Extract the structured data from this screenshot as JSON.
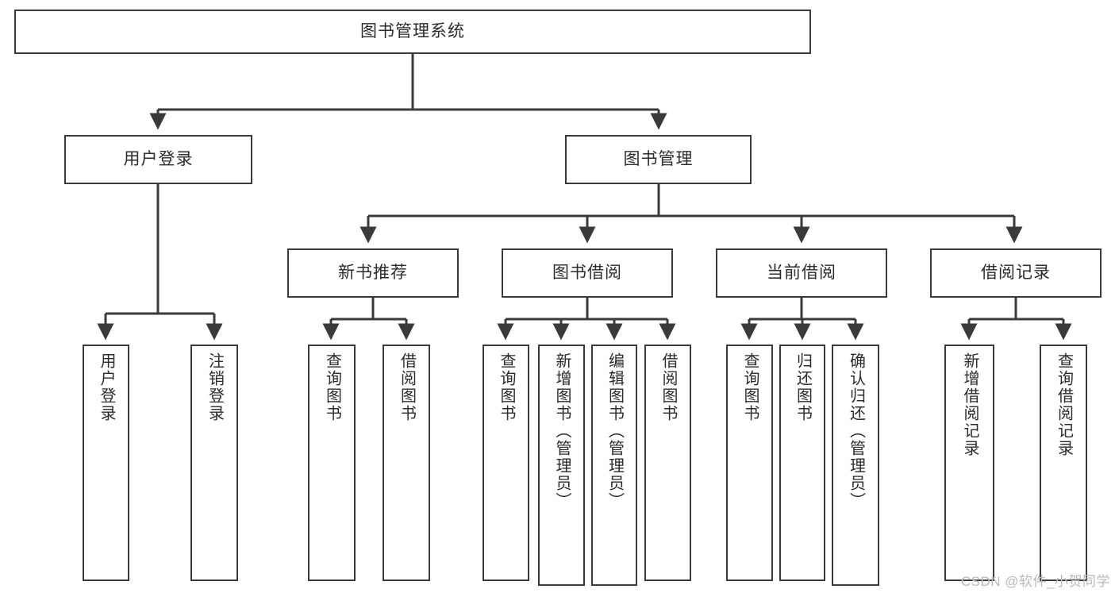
{
  "diagram": {
    "type": "tree",
    "title": "图书管理系统",
    "orientation": "top-down",
    "root": {
      "id": "root",
      "label": "图书管理系统"
    },
    "level2": [
      {
        "id": "user-login",
        "label": "用户登录"
      },
      {
        "id": "book-management",
        "label": "图书管理"
      }
    ],
    "level3": [
      {
        "id": "new-book-recommend",
        "label": "新书推荐",
        "parent": "book-management"
      },
      {
        "id": "book-borrow",
        "label": "图书借阅",
        "parent": "book-management"
      },
      {
        "id": "current-borrow",
        "label": "当前借阅",
        "parent": "book-management"
      },
      {
        "id": "borrow-record",
        "label": "借阅记录",
        "parent": "book-management"
      }
    ],
    "leaves": [
      {
        "id": "leaf-user-login",
        "label": "用户登录",
        "parent": "user-login"
      },
      {
        "id": "leaf-user-logout",
        "label": "注销登录",
        "parent": "user-login"
      },
      {
        "id": "leaf-query-book-1",
        "label": "查询图书",
        "parent": "new-book-recommend"
      },
      {
        "id": "leaf-borrow-book-1",
        "label": "借阅图书",
        "parent": "new-book-recommend"
      },
      {
        "id": "leaf-query-book-2",
        "label": "查询图书",
        "parent": "book-borrow"
      },
      {
        "id": "leaf-add-book",
        "label": "新增图书（管理员）",
        "parent": "book-borrow"
      },
      {
        "id": "leaf-edit-book",
        "label": "编辑图书（管理员）",
        "parent": "book-borrow"
      },
      {
        "id": "leaf-borrow-book-2",
        "label": "借阅图书",
        "parent": "book-borrow"
      },
      {
        "id": "leaf-query-book-3",
        "label": "查询图书",
        "parent": "current-borrow"
      },
      {
        "id": "leaf-return-book",
        "label": "归还图书",
        "parent": "current-borrow"
      },
      {
        "id": "leaf-confirm-return",
        "label": "确认归还（管理员）",
        "parent": "current-borrow"
      },
      {
        "id": "leaf-add-record",
        "label": "新增借阅记录",
        "parent": "borrow-record"
      },
      {
        "id": "leaf-query-record",
        "label": "查询借阅记录",
        "parent": "borrow-record"
      }
    ]
  },
  "watermark": {
    "text": "CSDN @软件_小贺同学"
  },
  "colors": {
    "stroke": "#3a3a3a",
    "text": "#2b2b2b",
    "background": "#ffffff",
    "watermark": "#b9b9b9"
  }
}
